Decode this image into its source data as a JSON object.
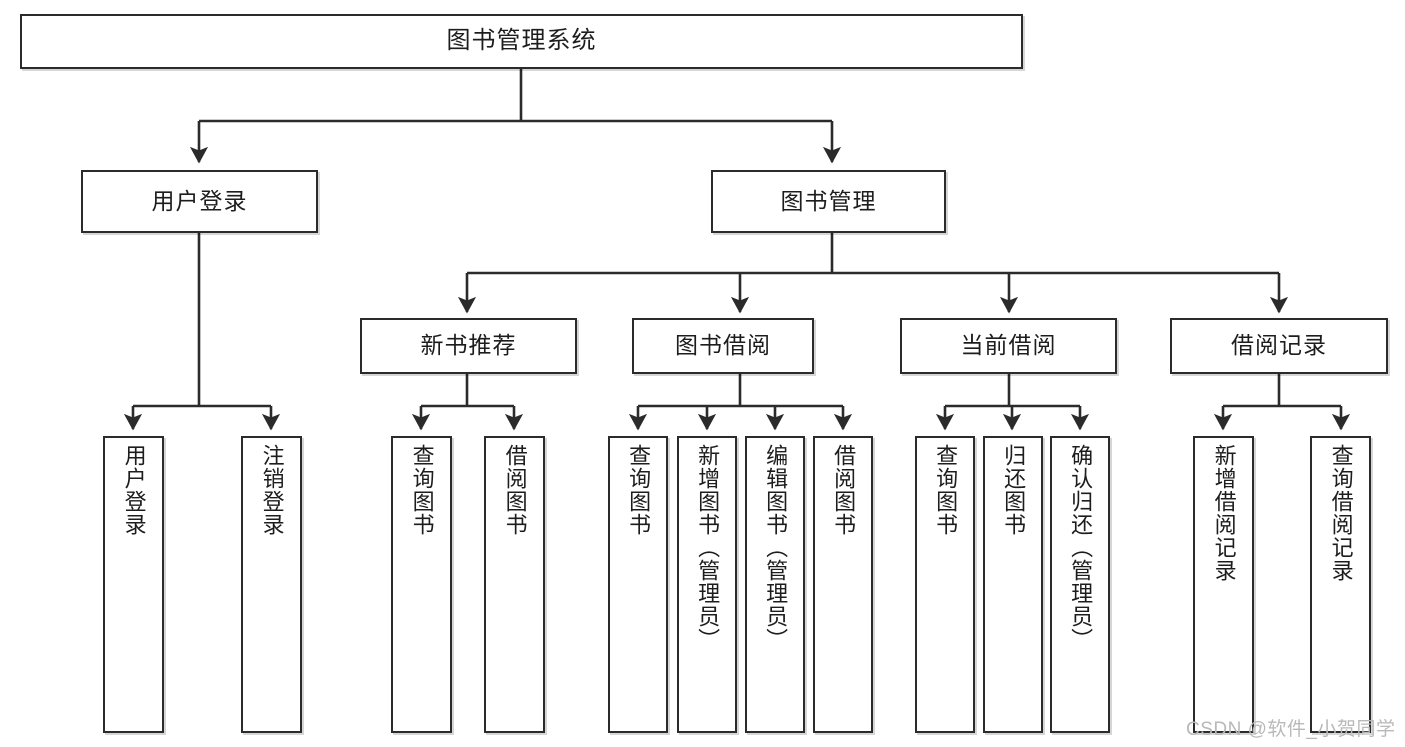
{
  "diagram": {
    "title": "图书管理系统",
    "type": "功能结构图",
    "watermark": "CSDN @软件_小贺同学",
    "colors": {
      "box_border": "#2b2b2b",
      "box_fill": "#ffffff",
      "connector": "#2b2b2b",
      "text": "#1d1d1d",
      "watermark": "#b9b9b9",
      "background": "#ffffff"
    }
  },
  "nodes": {
    "root": {
      "label": "图书管理系统",
      "level": 0
    },
    "level1": [
      {
        "id": "user-login",
        "label": "用户登录"
      },
      {
        "id": "book-manage",
        "label": "图书管理"
      }
    ],
    "level2": [
      {
        "id": "new-book-recommend",
        "label": "新书推荐",
        "parent": "book-manage"
      },
      {
        "id": "book-borrow",
        "label": "图书借阅",
        "parent": "book-manage"
      },
      {
        "id": "current-borrow",
        "label": "当前借阅",
        "parent": "book-manage"
      },
      {
        "id": "borrow-record",
        "label": "借阅记录",
        "parent": "book-manage"
      }
    ],
    "leaves": {
      "user-login": [
        {
          "id": "leaf-user-login",
          "label": "用户登录"
        },
        {
          "id": "leaf-logout",
          "label": "注销登录"
        }
      ],
      "new-book-recommend": [
        {
          "id": "leaf-query-book-1",
          "label": "查询图书"
        },
        {
          "id": "leaf-borrow-book-1",
          "label": "借阅图书"
        }
      ],
      "book-borrow": [
        {
          "id": "leaf-query-book-2",
          "label": "查询图书"
        },
        {
          "id": "leaf-add-book",
          "label": "新增图书（管理员）"
        },
        {
          "id": "leaf-edit-book",
          "label": "编辑图书（管理员）"
        },
        {
          "id": "leaf-borrow-book-2",
          "label": "借阅图书"
        }
      ],
      "current-borrow": [
        {
          "id": "leaf-query-book-3",
          "label": "查询图书"
        },
        {
          "id": "leaf-return-book",
          "label": "归还图书"
        },
        {
          "id": "leaf-confirm-return",
          "label": "确认归还（管理员）"
        }
      ],
      "borrow-record": [
        {
          "id": "leaf-add-record",
          "label": "新增借阅记录"
        },
        {
          "id": "leaf-query-record",
          "label": "查询借阅记录"
        }
      ]
    }
  }
}
